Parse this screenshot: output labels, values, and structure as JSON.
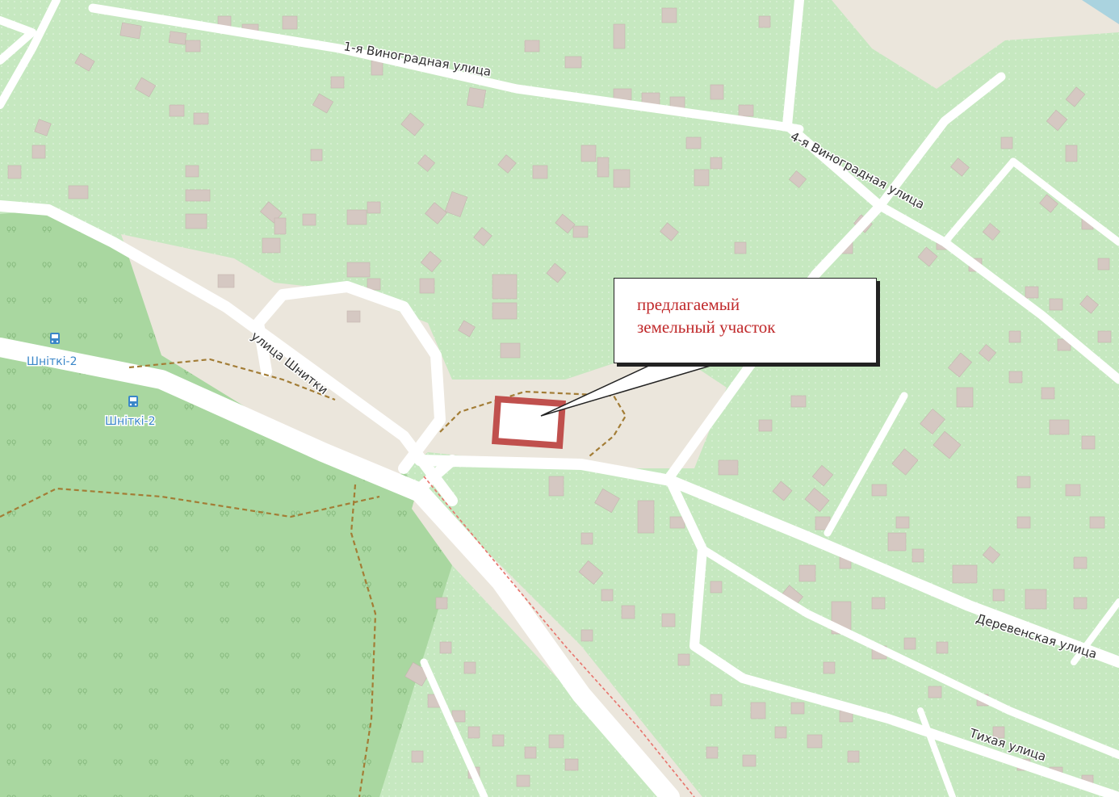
{
  "colors": {
    "residential": "#c6e8c0",
    "forest": "#a9d7a0",
    "road": "#ffffff",
    "building": "#d5c8c2",
    "plaza": "#ebe6dc",
    "track": "#a37d36",
    "rail": "#e8736c",
    "parcel_outline": "#c0504d",
    "callout_text": "#c0282a",
    "stop_label": "#3a86c8"
  },
  "streets": {
    "vinogradnaya_1": "1-я Виноградная улица",
    "vinogradnaya_4": "4-я Виноградная улица",
    "shnitki": "улица Шнитки",
    "derevenskaya": "Деревенская улица",
    "tikhaya": "Тихая улица"
  },
  "stops": [
    {
      "label": "Шнiткi-2",
      "icon": "bus-stop-icon"
    },
    {
      "label": "Шнiткi-2",
      "icon": "bus-stop-icon"
    }
  ],
  "callout": {
    "line1": "предлагаемый",
    "line2": "земельный участок"
  }
}
